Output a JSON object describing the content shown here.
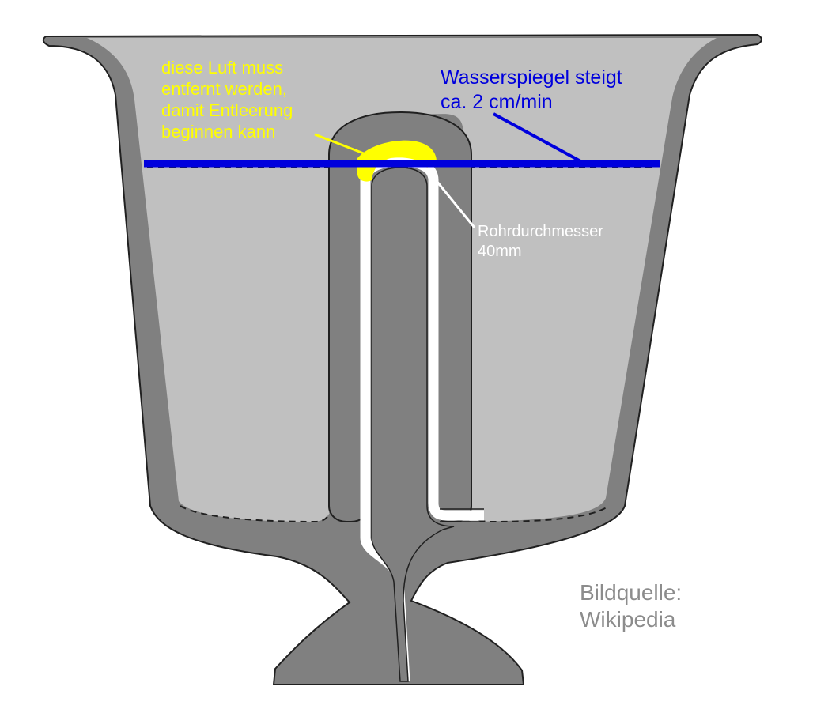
{
  "labels": {
    "air": [
      "diese Luft muss",
      "entfernt werden,",
      "damit Entleerung",
      "beginnen kann"
    ],
    "water_level": [
      "Wasserspiegel steigt",
      "ca. 2 cm/min"
    ],
    "pipe_diameter": [
      "Rohrdurchmesser",
      "40mm"
    ],
    "source": [
      "Bildquelle:",
      "Wikipedia"
    ]
  },
  "colors": {
    "cup_body": "#808080",
    "water": "#c0c0c0",
    "outline": "#202020",
    "air_pocket": "#ffff00",
    "water_level_line": "#0000dd",
    "pipe_channel": "#ffffff",
    "source_text": "#8c8c8c"
  }
}
